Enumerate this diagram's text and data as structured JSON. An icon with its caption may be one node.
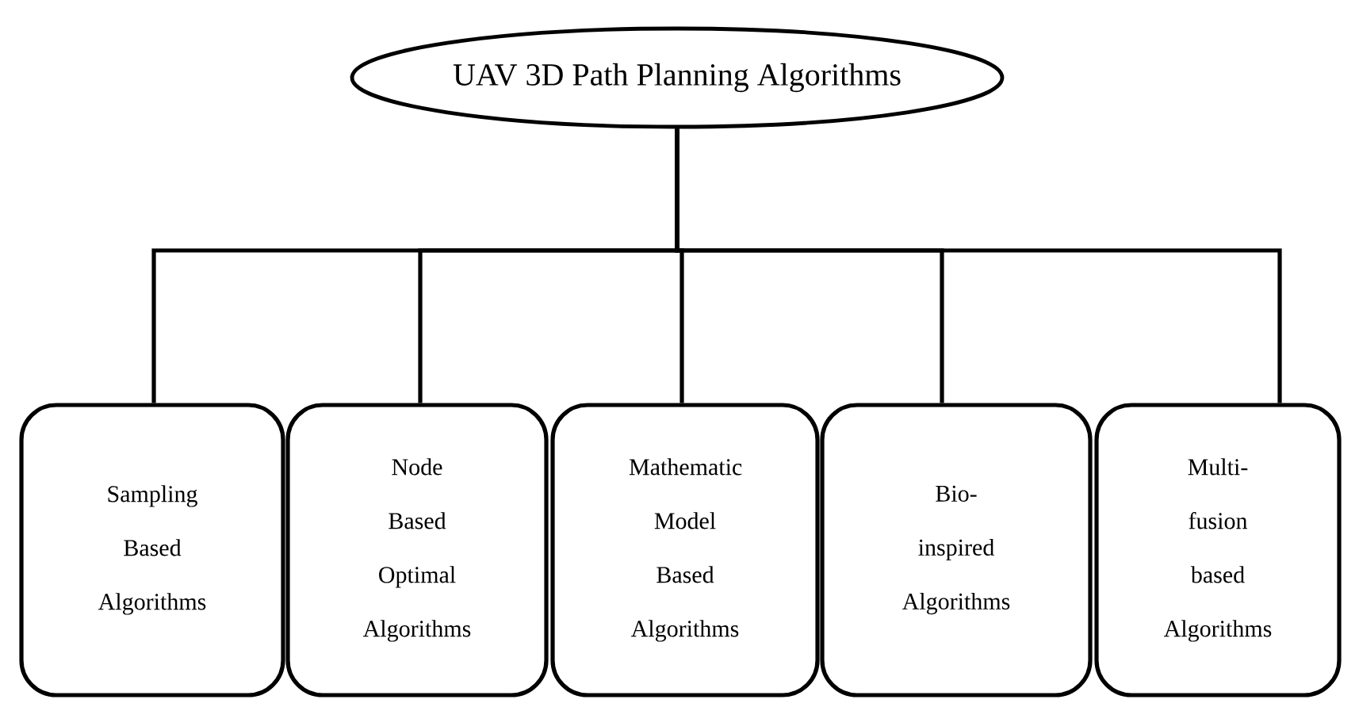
{
  "diagram": {
    "nodes": [
      {
        "text": [
          "UAV 3D Path Planning Algorithms"
        ]
      },
      {
        "text": [
          "Sampling Based Algorithms"
        ]
      },
      {
        "text": [
          "Node Based Optimal Algorithms"
        ]
      },
      {
        "text": [
          "Mathematic Model Based Algorithms"
        ]
      },
      {
        "text": [
          "Bio-inspired Algorithms"
        ]
      },
      {
        "text": [
          "Multi-fusion based Algorithms"
        ]
      }
    ],
    "edges": [
      {
        "from": 0,
        "to": 1,
        "arrow": "none"
      },
      {
        "from": 0,
        "to": 2,
        "arrow": "none"
      },
      {
        "from": 0,
        "to": 3,
        "arrow": "none"
      },
      {
        "from": 0,
        "to": 4,
        "arrow": "none"
      },
      {
        "from": 0,
        "to": 5,
        "arrow": "none"
      }
    ]
  }
}
